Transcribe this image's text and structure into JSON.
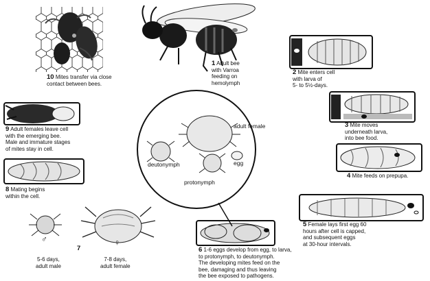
{
  "steps": [
    {
      "num": "1",
      "lines": [
        "Adult bee",
        "with Varroa",
        "feeding on",
        "hemolymph"
      ]
    },
    {
      "num": "2",
      "lines": [
        "Mite enters cell",
        "with larva of",
        "5- to 5½-days."
      ]
    },
    {
      "num": "3",
      "lines": [
        "Mite moves",
        "underneath larva,",
        "into bee food."
      ]
    },
    {
      "num": "4",
      "lines": [
        "Mite feeds on prepupa."
      ]
    },
    {
      "num": "5",
      "lines": [
        "Female lays first egg 60",
        "hours after cell is capped,",
        "and subsequent eggs",
        "at 30-hour intervals."
      ]
    },
    {
      "num": "6",
      "lines": [
        "1-6 eggs develop from egg, to larva,",
        "to protonymph, to deutonymph.",
        "The developing mites feed on the",
        "bee, damaging and thus leaving",
        "the bee exposed to pathogens."
      ]
    },
    {
      "num": "7",
      "lines": []
    },
    {
      "num": "8",
      "lines": [
        "Mating begins",
        "within the cell."
      ]
    },
    {
      "num": "9",
      "lines": [
        "Adult females leave cell",
        "with the emerging bee.",
        "Male and immature stages",
        "of mites stay in cell."
      ]
    },
    {
      "num": "10",
      "lines": [
        "Mites transfer via close",
        "contact between bees."
      ]
    }
  ],
  "circle_labels": {
    "adult_female": [
      "adult",
      "female"
    ],
    "egg": "egg",
    "deutonymph": "deutonymph",
    "protonymph": "protonymph"
  },
  "bottom_left": {
    "male": {
      "symbol": "♂",
      "lines": [
        "5-6 days,",
        "adult male"
      ]
    },
    "female": {
      "symbol": "♀",
      "lines": [
        "7-8 days,",
        "adult female"
      ]
    }
  }
}
